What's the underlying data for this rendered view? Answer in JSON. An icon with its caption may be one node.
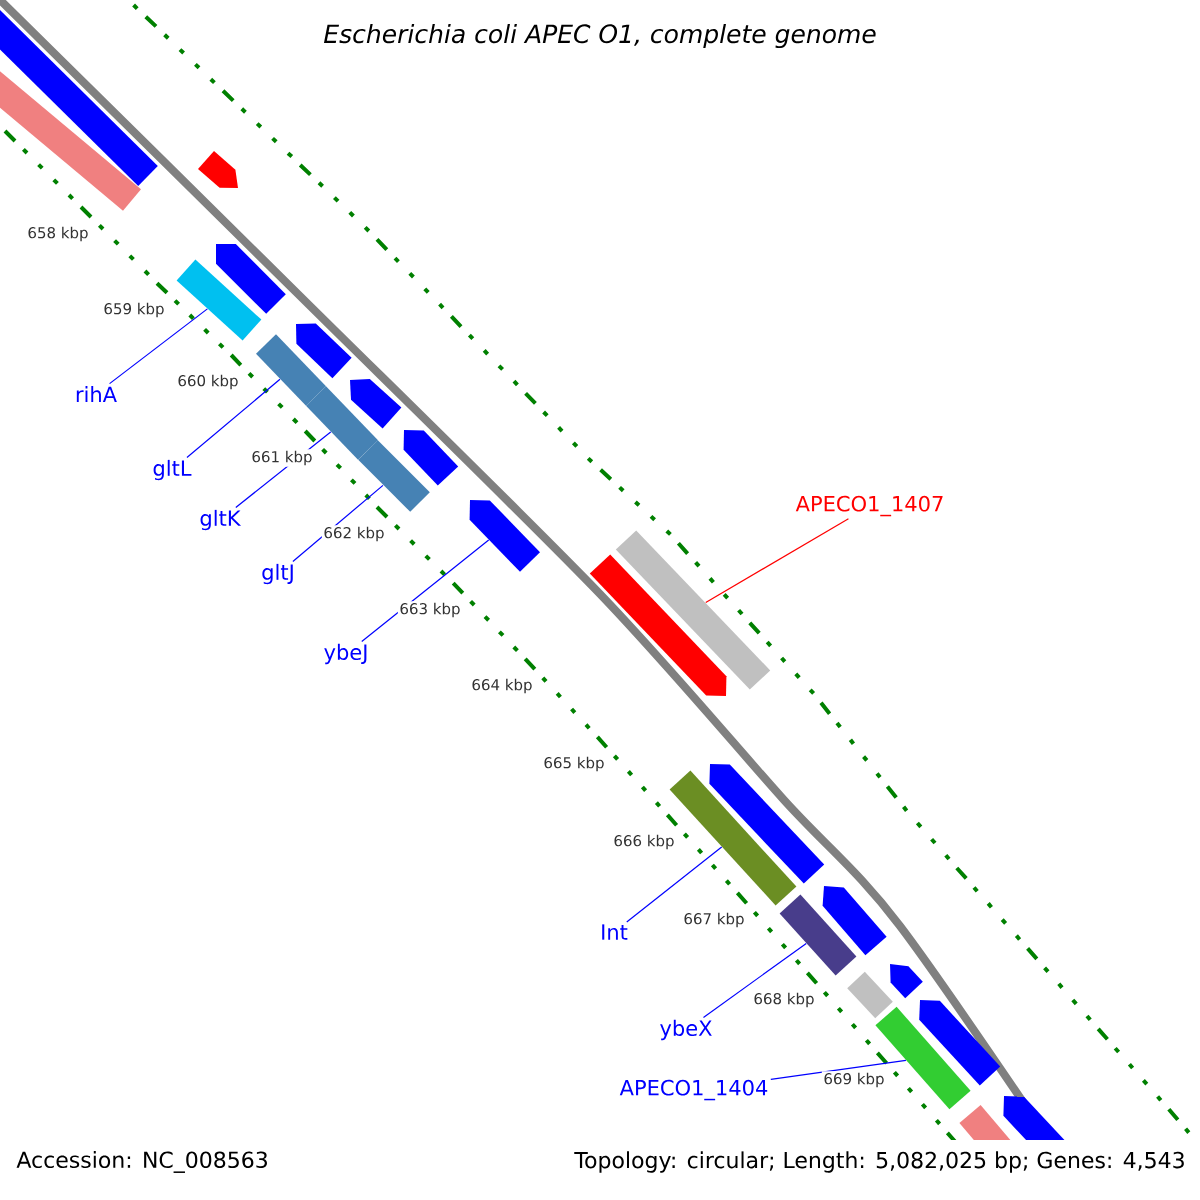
{
  "diagram": {
    "title": "Escherichia coli APEC O1, complete genome",
    "nodes": [
      {
        "text": [
          "rihA"
        ]
      },
      {
        "text": [
          "gltL"
        ]
      },
      {
        "text": [
          "gltK"
        ]
      },
      {
        "text": [
          "gltJ"
        ]
      },
      {
        "text": [
          "ybeJ"
        ]
      },
      {
        "text": [
          "APECO1_1407"
        ]
      },
      {
        "text": [
          "Int"
        ]
      },
      {
        "text": [
          "ybeX"
        ]
      },
      {
        "text": [
          "APECO1_1404"
        ]
      },
      {
        "text": [],
        "shape": "bar"
      },
      {
        "text": [],
        "shape": "bar"
      },
      {
        "text": [],
        "shape": "bar"
      },
      {
        "text": [],
        "shape": "bar"
      },
      {
        "text": [],
        "shape": "arrow"
      },
      {
        "text": [],
        "shape": "bar"
      },
      {
        "text": [],
        "shape": "bar"
      },
      {
        "text": [],
        "shape": "bar"
      },
      {
        "text": [],
        "shape": "bar"
      }
    ],
    "edges": [
      {
        "from": 0,
        "to": 9,
        "arrow": "none"
      },
      {
        "from": 1,
        "to": 10,
        "arrow": "none"
      },
      {
        "from": 2,
        "to": 11,
        "arrow": "none"
      },
      {
        "from": 3,
        "to": 12,
        "arrow": "none"
      },
      {
        "from": 4,
        "to": 13,
        "arrow": "none"
      },
      {
        "from": 5,
        "to": 14,
        "arrow": "none",
        "color": "#ff0000"
      },
      {
        "from": 6,
        "to": 15,
        "arrow": "none"
      },
      {
        "from": 7,
        "to": 16,
        "arrow": "none"
      },
      {
        "from": 8,
        "to": 17,
        "arrow": "none"
      }
    ],
    "labels": [
      "658 kbp",
      "659 kbp",
      "660 kbp",
      "661 kbp",
      "662 kbp",
      "663 kbp",
      "664 kbp",
      "665 kbp",
      "666 kbp",
      "667 kbp",
      "668 kbp",
      "669 kbp",
      "Accession: NC_008563",
      "Topology: circular; Length: 5,082,025 bp; Genes: 4,543"
    ]
  }
}
